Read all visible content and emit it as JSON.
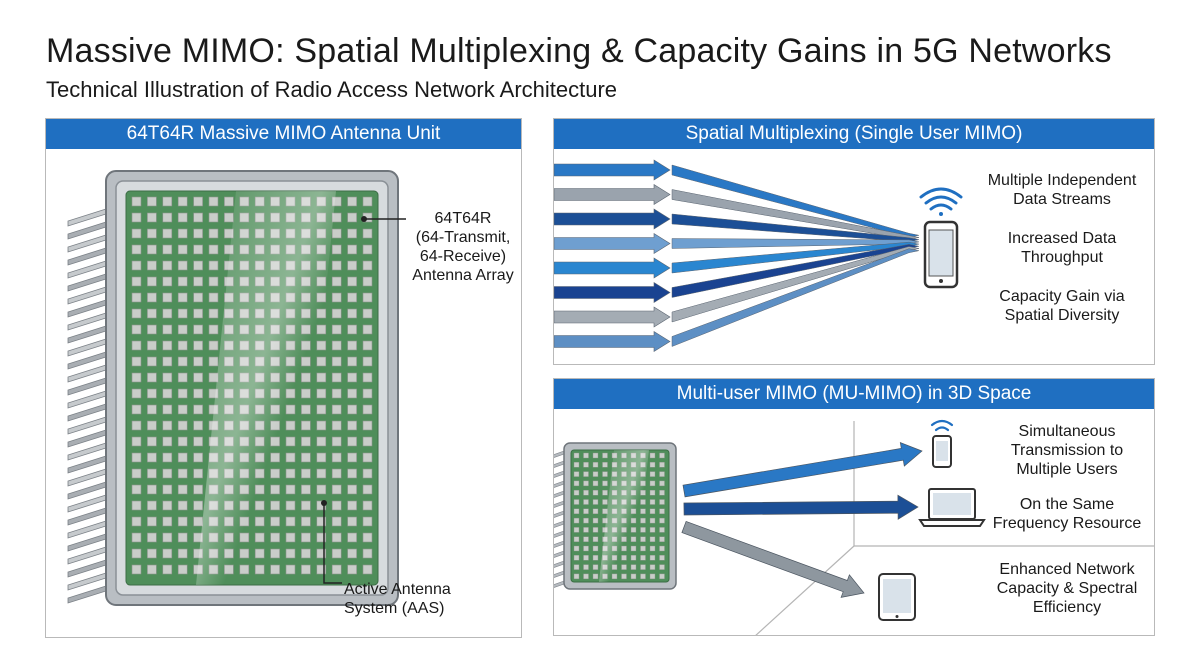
{
  "title": "Massive MIMO: Spatial Multiplexing & Capacity Gains in 5G Networks",
  "subtitle": "Technical Illustration of Radio Access Network Architecture",
  "left_panel": {
    "header": "64T64R Massive MIMO Antenna Unit",
    "label_array": [
      "64T64R",
      "(64-Transmit,",
      "64-Receive)",
      "Antenna Array"
    ],
    "label_aas": [
      "Active Antenna",
      "System (AAS)"
    ]
  },
  "top_panel": {
    "header": "Spatial Multiplexing (Single User MIMO)",
    "labels": [
      [
        "Multiple Independent",
        "Data Streams"
      ],
      [
        "Increased Data",
        "Throughput"
      ],
      [
        "Capacity Gain via",
        "Spatial Diversity"
      ]
    ],
    "stream_colors": [
      "#2a78c5",
      "#9aa3ad",
      "#1c4f96",
      "#6f9fd0",
      "#2a86d0",
      "#1a4391",
      "#a4acb4",
      "#5d8fc4"
    ]
  },
  "bottom_panel": {
    "header": "Multi-user MIMO (MU-MIMO) in 3D Space",
    "labels": [
      [
        "Simultaneous",
        "Transmission to",
        "Multiple Users"
      ],
      [
        "On the Same",
        "Frequency Resource"
      ],
      [
        "Enhanced Network",
        "Capacity & Spectral",
        "Efficiency"
      ]
    ],
    "beam_colors": [
      "#2a78c5",
      "#1c4f96",
      "#8e979f"
    ]
  },
  "colors": {
    "header_blue": "#1f6fc1",
    "pcb_green": "#4f8e5a",
    "housing_gray": "#b9bec3"
  },
  "icons": [
    "wifi-icon",
    "smartphone-icon",
    "laptop-icon",
    "tablet-icon"
  ]
}
